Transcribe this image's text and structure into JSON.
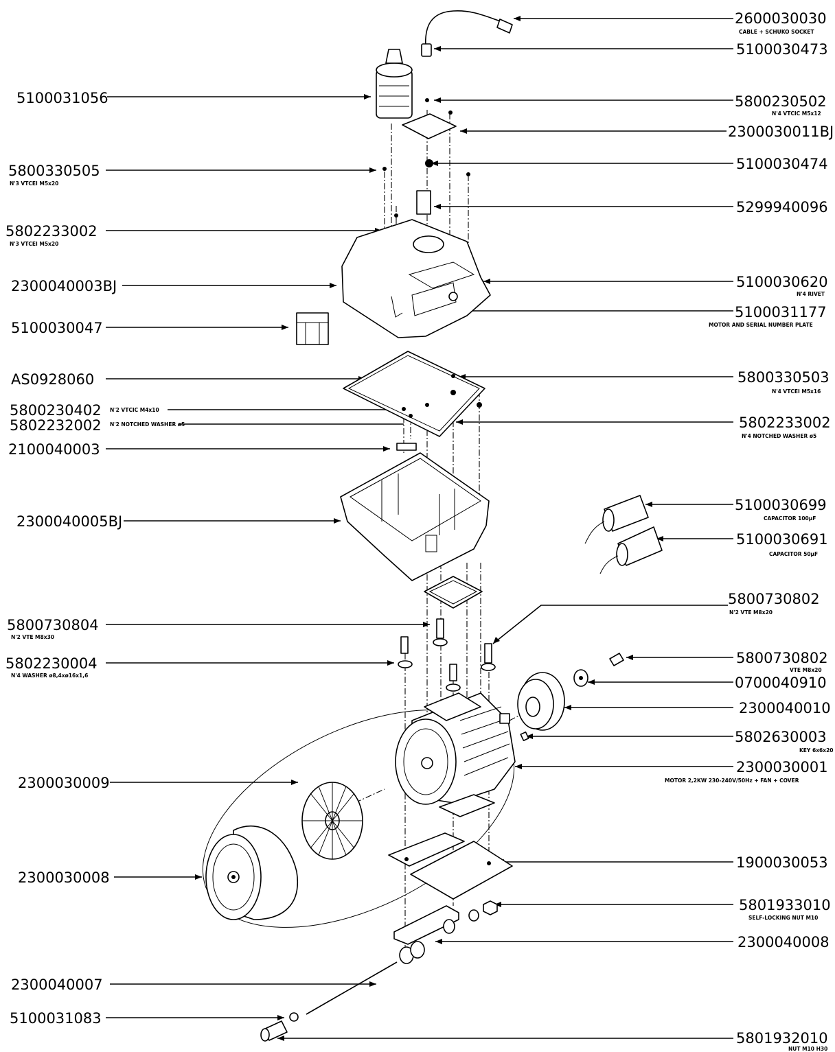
{
  "callouts_left": [
    {
      "part": "5100031056",
      "note": ""
    },
    {
      "part": "5800330505",
      "note": "N'3 VTCEI M5x20"
    },
    {
      "part": "5802233002",
      "note": "N'3 VTCEI M5x20"
    },
    {
      "part": "2300040003BJ",
      "note": ""
    },
    {
      "part": "5100030047",
      "note": ""
    },
    {
      "part": "AS0928060",
      "note": ""
    },
    {
      "part": "5800230402",
      "note": "N'2 VTCIC M4x10"
    },
    {
      "part": "5802232002",
      "note": "N'2 NOTCHED WASHER ø5"
    },
    {
      "part": "2100040003",
      "note": ""
    },
    {
      "part": "2300040005BJ",
      "note": ""
    },
    {
      "part": "5800730804",
      "note": "N'2 VTE M8x30"
    },
    {
      "part": "5802230004",
      "note": "N'4 WASHER ø8,4xø16x1,6"
    },
    {
      "part": "2300030009",
      "note": ""
    },
    {
      "part": "2300030008",
      "note": ""
    },
    {
      "part": "2300040007",
      "note": ""
    },
    {
      "part": "5100031083",
      "note": ""
    }
  ],
  "callouts_right": [
    {
      "part": "2600030030",
      "note": "CABLE + SCHUKO SOCKET"
    },
    {
      "part": "5100030473",
      "note": ""
    },
    {
      "part": "5800230502",
      "note": "N'4 VTCIC M5x12"
    },
    {
      "part": "2300030011BJ",
      "note": ""
    },
    {
      "part": "5100030474",
      "note": ""
    },
    {
      "part": "5299940096",
      "note": ""
    },
    {
      "part": "5100030620",
      "note": "N'4 RIVET"
    },
    {
      "part": "5100031177",
      "note": "MOTOR AND SERIAL NUMBER PLATE"
    },
    {
      "part": "5800330503",
      "note": "N'4 VTCEI M5x16"
    },
    {
      "part": "5802233002",
      "note": "N'4 NOTCHED WASHER ø5"
    },
    {
      "part": "5100030699",
      "note": "CAPACITOR 100µF"
    },
    {
      "part": "5100030691",
      "note": "CAPACITOR 50µF"
    },
    {
      "part": "5800730802",
      "note": "N'2 VTE M8x20"
    },
    {
      "part": "5800730802",
      "note": "VTE M8x20"
    },
    {
      "part": "0700040910",
      "note": ""
    },
    {
      "part": "2300040010",
      "note": ""
    },
    {
      "part": "5802630003",
      "note": "KEY 6x6x20"
    },
    {
      "part": "2300030001",
      "note": "MOTOR 2,2KW 230-240V/50Hz + FAN + COVER"
    },
    {
      "part": "1900030053",
      "note": ""
    },
    {
      "part": "5801933010",
      "note": "SELF-LOCKING NUT M10"
    },
    {
      "part": "2300040008",
      "note": ""
    },
    {
      "part": "5801932010",
      "note": "NUT M10 H30"
    }
  ]
}
